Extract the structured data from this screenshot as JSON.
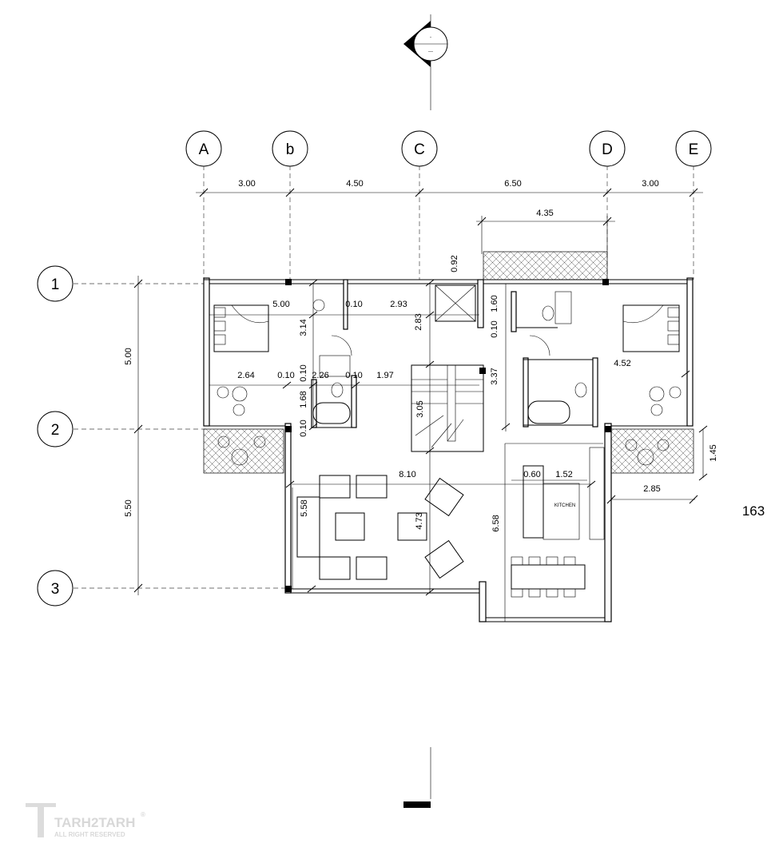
{
  "north_marker": {
    "top_text": "-",
    "bottom_text": "---"
  },
  "grid_columns": [
    "A",
    "b",
    "C",
    "D",
    "E"
  ],
  "grid_rows": [
    "1",
    "2",
    "3"
  ],
  "top_dimensions": [
    "3.00",
    "4.50",
    "6.50",
    "3.00"
  ],
  "dim_4_35": "4.35",
  "left_dimensions": [
    "5.00",
    "5.50"
  ],
  "room_dimensions": {
    "d_0_92": "0.92",
    "d_5_00": "5.00",
    "d_0_10_a": "0.10",
    "d_2_93": "2.93",
    "d_3_14": "3.14",
    "d_2_83": "2.83",
    "d_1_60": "1.60",
    "d_0_10_b": "0.10",
    "d_2_64": "2.64",
    "d_0_10_c": "0.10",
    "d_0_10_d": "0.10",
    "d_2_26": "2.26",
    "d_0_10_e": "0.10",
    "d_1_97": "1.97",
    "d_3_37": "3.37",
    "d_4_52": "4.52",
    "d_1_68": "1.68",
    "d_3_05": "3.05",
    "d_0_10_f": "0.10",
    "d_1_45": "1.45",
    "d_8_10": "8.10",
    "d_0_60": "0.60",
    "d_1_52": "1.52",
    "d_2_85": "2.85",
    "d_5_58": "5.58",
    "d_4_73": "4.73",
    "d_6_58": "6.58"
  },
  "room_labels": {
    "kitchen": "KITCHEN"
  },
  "page_number": "163",
  "watermark": {
    "brand": "TARH2TARH",
    "registered": "®",
    "rights": "ALL RIGHT RESERVED"
  }
}
